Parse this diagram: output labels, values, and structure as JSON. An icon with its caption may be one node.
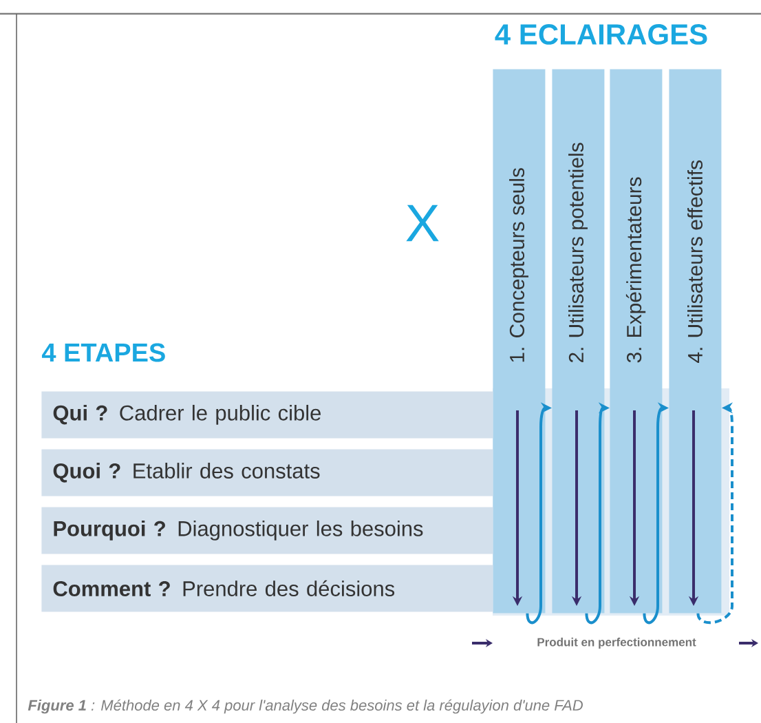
{
  "diagram": {
    "caption": "**Figure 1** : Méthode en 4 X 4 pour l'analyse des besoins et la régulayion d'une FAD",
    "nodes": [
      {
        "text": [
          "1. Concepteurs  seuls"
        ]
      },
      {
        "text": [
          "2. Utilisateurs potentiels"
        ]
      },
      {
        "text": [
          "3. Expérimentateurs"
        ]
      },
      {
        "text": [
          "4. Utilisateurs effectifs"
        ]
      },
      {
        "text": [
          "**Qui ?** Cadrer le public cible"
        ]
      },
      {
        "text": [
          "**Quoi ?** Etablir des constats"
        ]
      },
      {
        "text": [
          "**Pourquoi ?** Diagnostiquer les besoins"
        ]
      },
      {
        "text": [
          "**Comment ?** Prendre des décisions"
        ]
      }
    ],
    "edges": [
      {
        "from": 0,
        "to": 1,
        "arrow": "to"
      },
      {
        "from": 1,
        "to": 2,
        "arrow": "to"
      },
      {
        "from": 2,
        "to": 3,
        "arrow": "to"
      },
      {
        "from": 3,
        "to": 3,
        "arrow": "to",
        "style": "dashed"
      }
    ],
    "labels": [
      "4 ECLAIRAGES",
      "X",
      "4 ETAPES",
      "Produit en perfectionnement"
    ]
  }
}
